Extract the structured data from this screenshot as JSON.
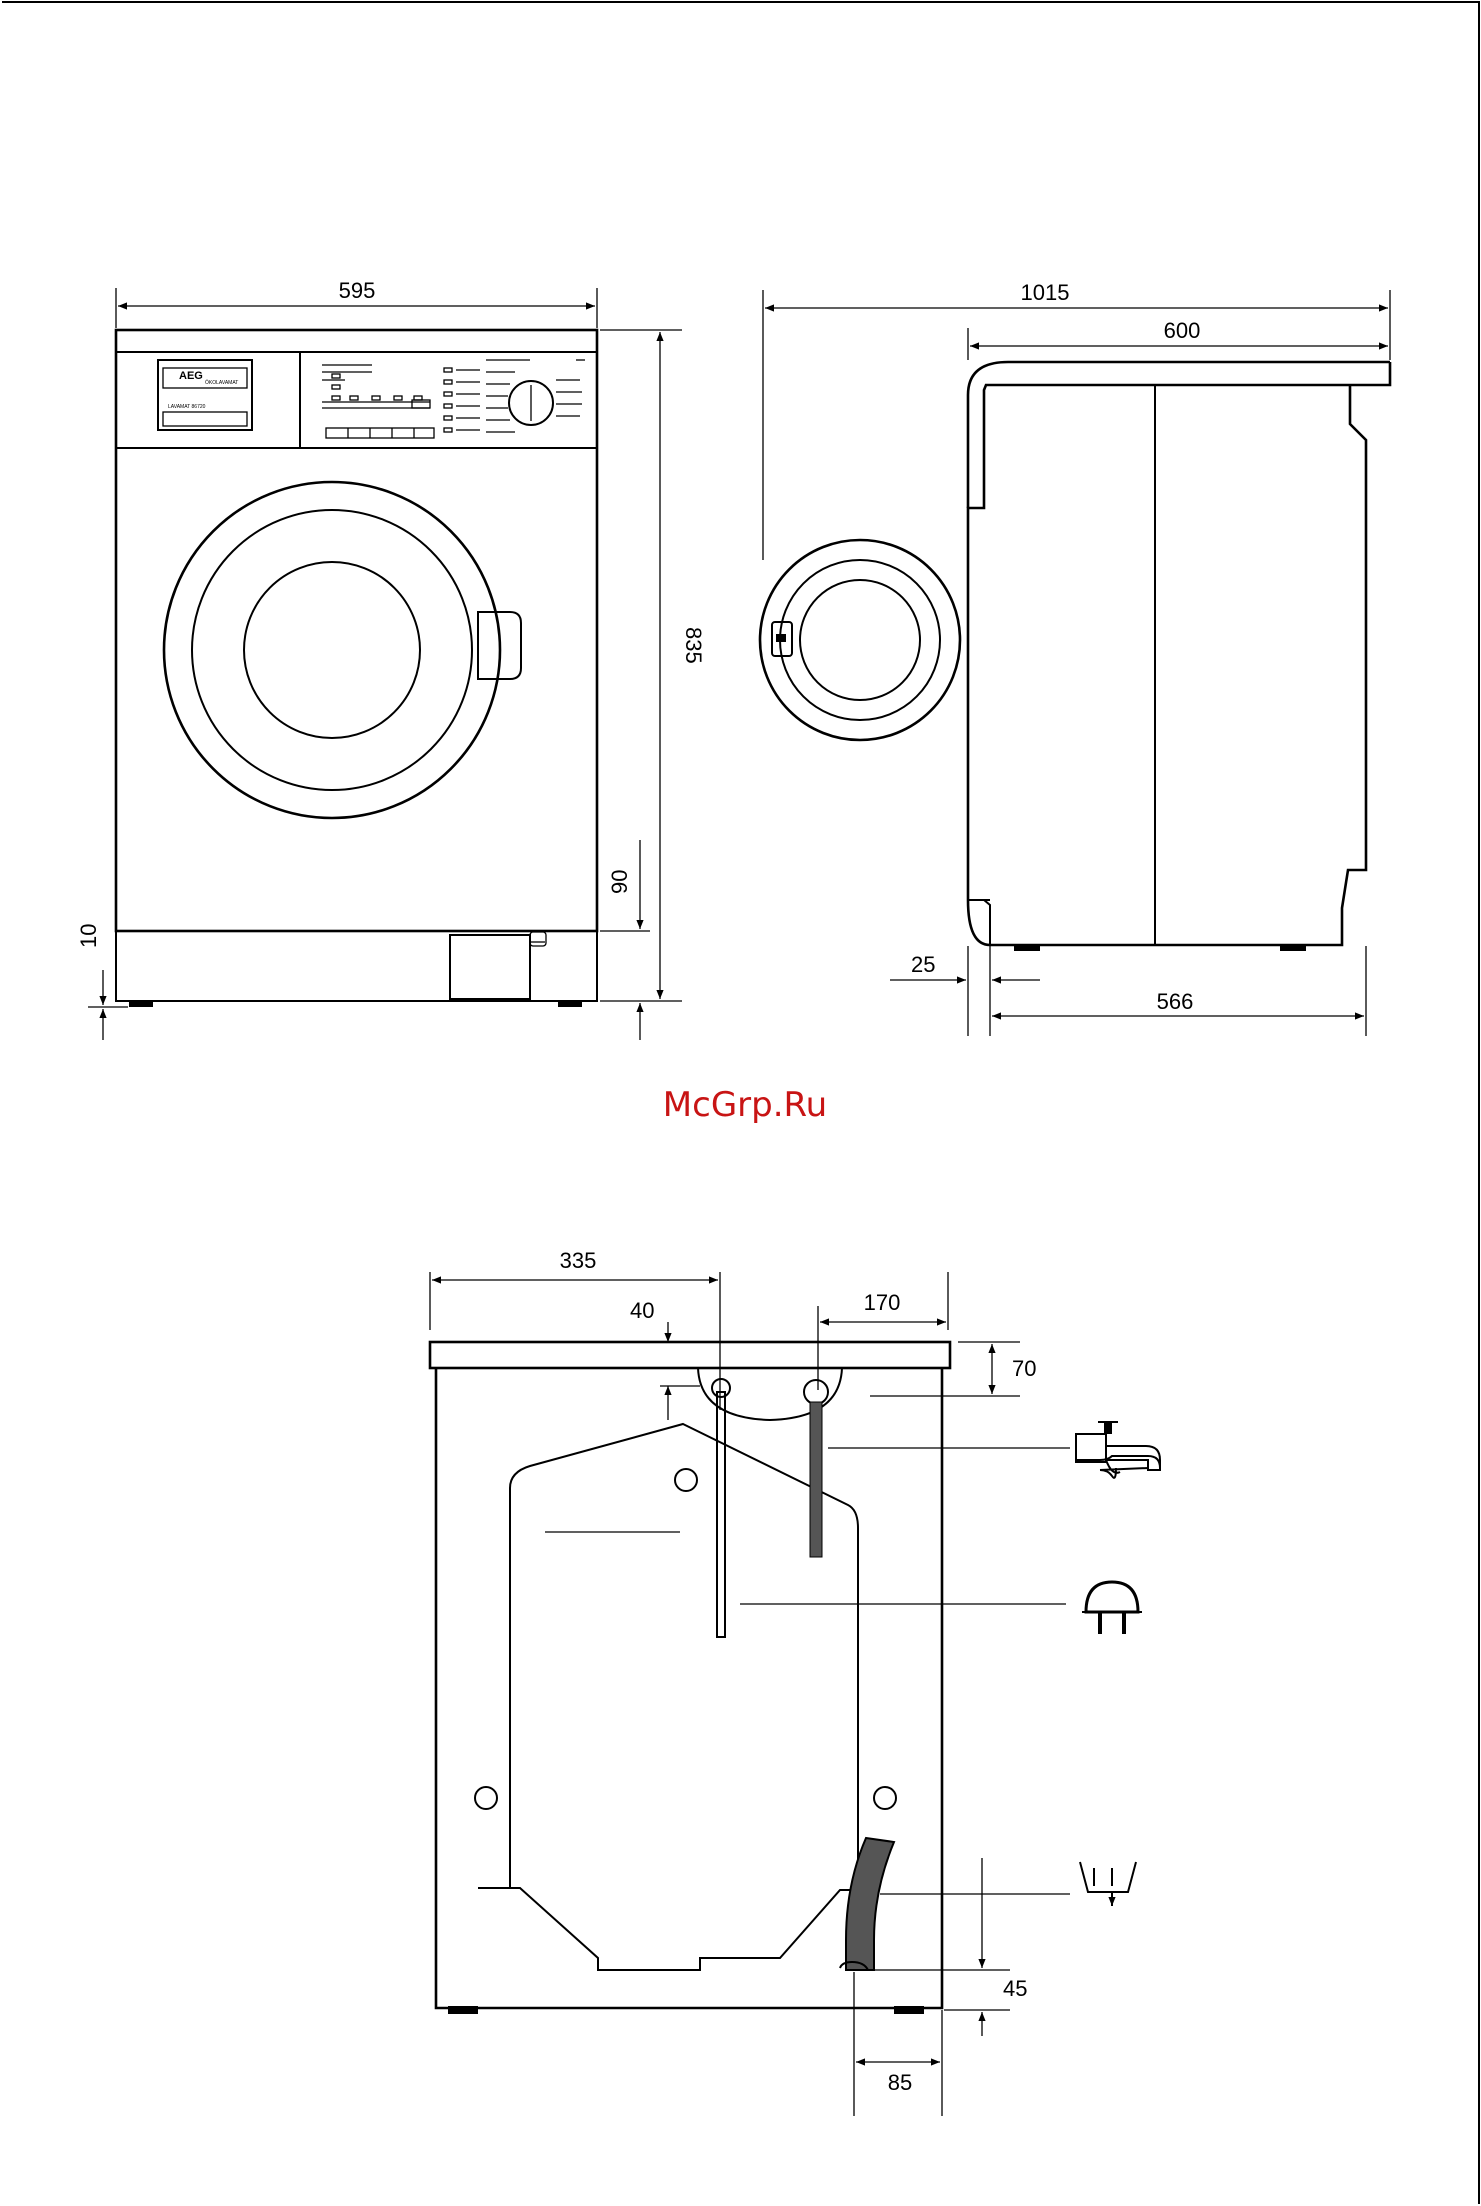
{
  "watermark": "McGrp.Ru",
  "front_view": {
    "brand": "AEG",
    "brand_sub": "ÖKOLAVAMAT",
    "model_strip": "LAVAMAT 86720",
    "dims": {
      "width": "595",
      "height": "835",
      "plinth": "90",
      "foot": "10"
    }
  },
  "side_view": {
    "dims": {
      "depth_total": "1015",
      "depth_body": "600",
      "offset": "25",
      "depth_base": "566"
    }
  },
  "rear_view": {
    "dims": {
      "left": "335",
      "drain_top": "40",
      "right": "170",
      "top_height": "70",
      "bottom": "45",
      "bottom_width": "85"
    },
    "icons": [
      "water-tap-icon",
      "power-plug-icon",
      "drain-outlet-icon"
    ]
  },
  "colors": {
    "line": "#000000",
    "watermark": "#c81414",
    "hose": "#555555"
  }
}
